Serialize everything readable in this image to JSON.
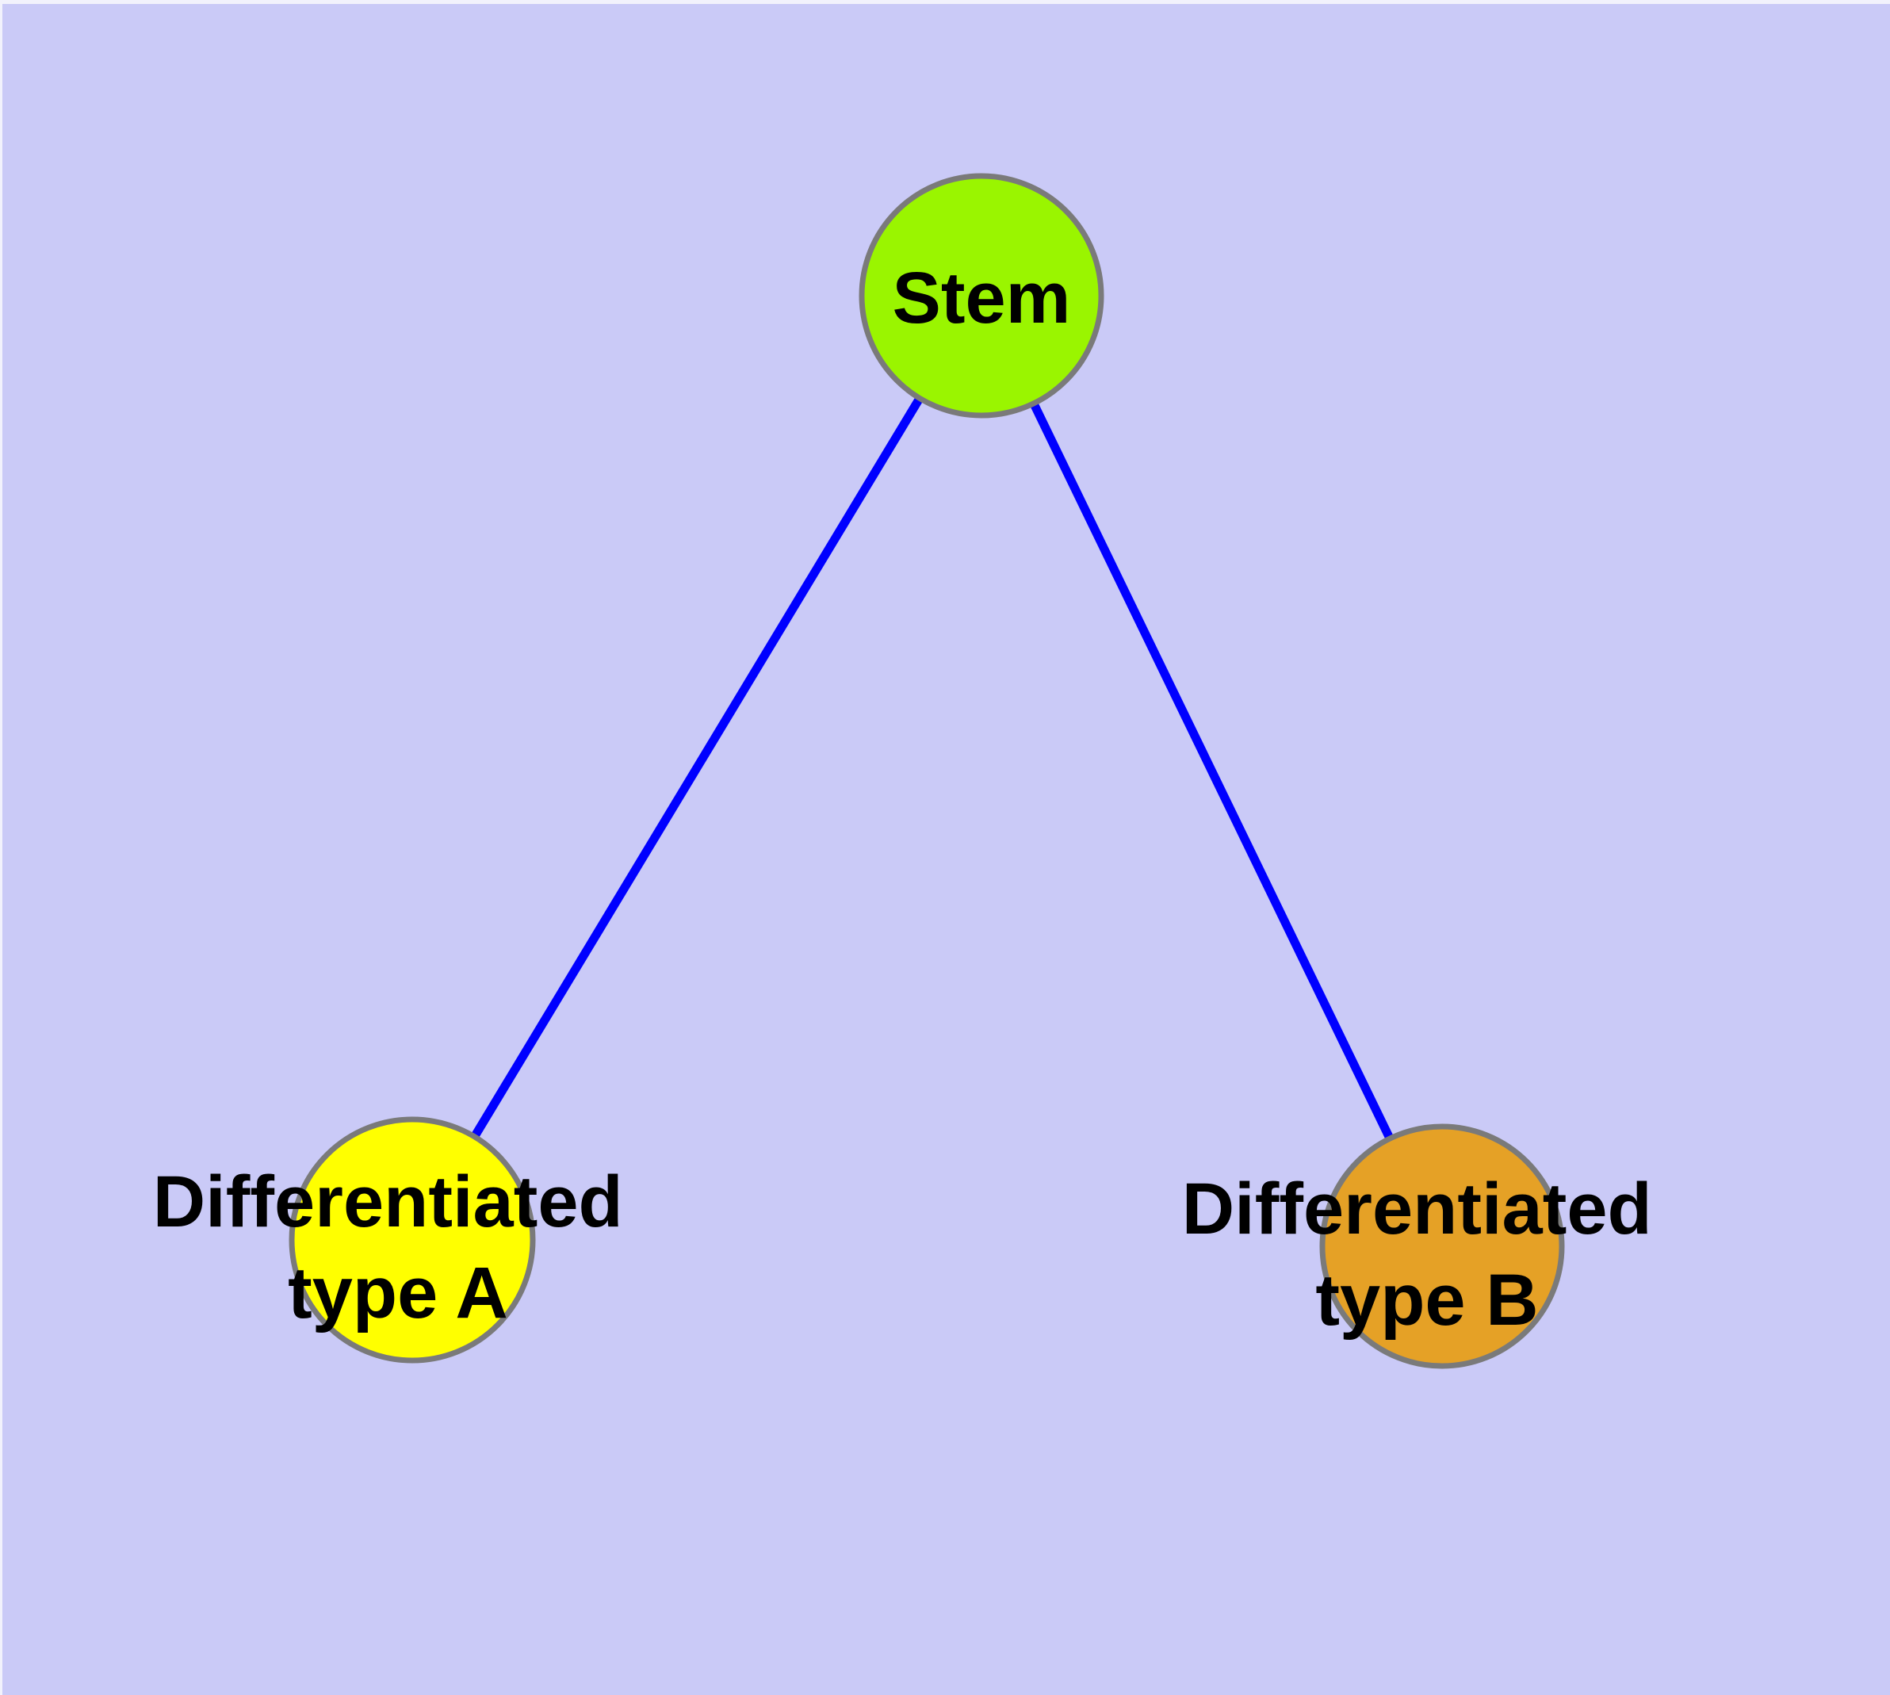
{
  "diagram": {
    "type": "graph",
    "background_color": "#CACAF7",
    "margin_color": "#F2F2FC",
    "edge_color": "#0000FF",
    "edge_width": "11",
    "node_border_color": "#7A7A7A",
    "label_color": "#000000",
    "nodes": [
      {
        "id": "stem",
        "label": "Stem",
        "lines": [
          "Stem"
        ],
        "fill_color": "#9AF500"
      },
      {
        "id": "differentiated-type-a",
        "label": "Differentiated type A",
        "lines": [
          "Differentiated",
          "type A"
        ],
        "fill_color": "#FFFF00"
      },
      {
        "id": "differentiated-type-b",
        "label": "Differentiated type B",
        "lines": [
          "Differentiated",
          "type B"
        ],
        "fill_color": "#E5A126"
      }
    ],
    "edges": [
      {
        "from": "Stem",
        "to": "Differentiated type A"
      },
      {
        "from": "Stem",
        "to": "Differentiated type B"
      }
    ]
  }
}
